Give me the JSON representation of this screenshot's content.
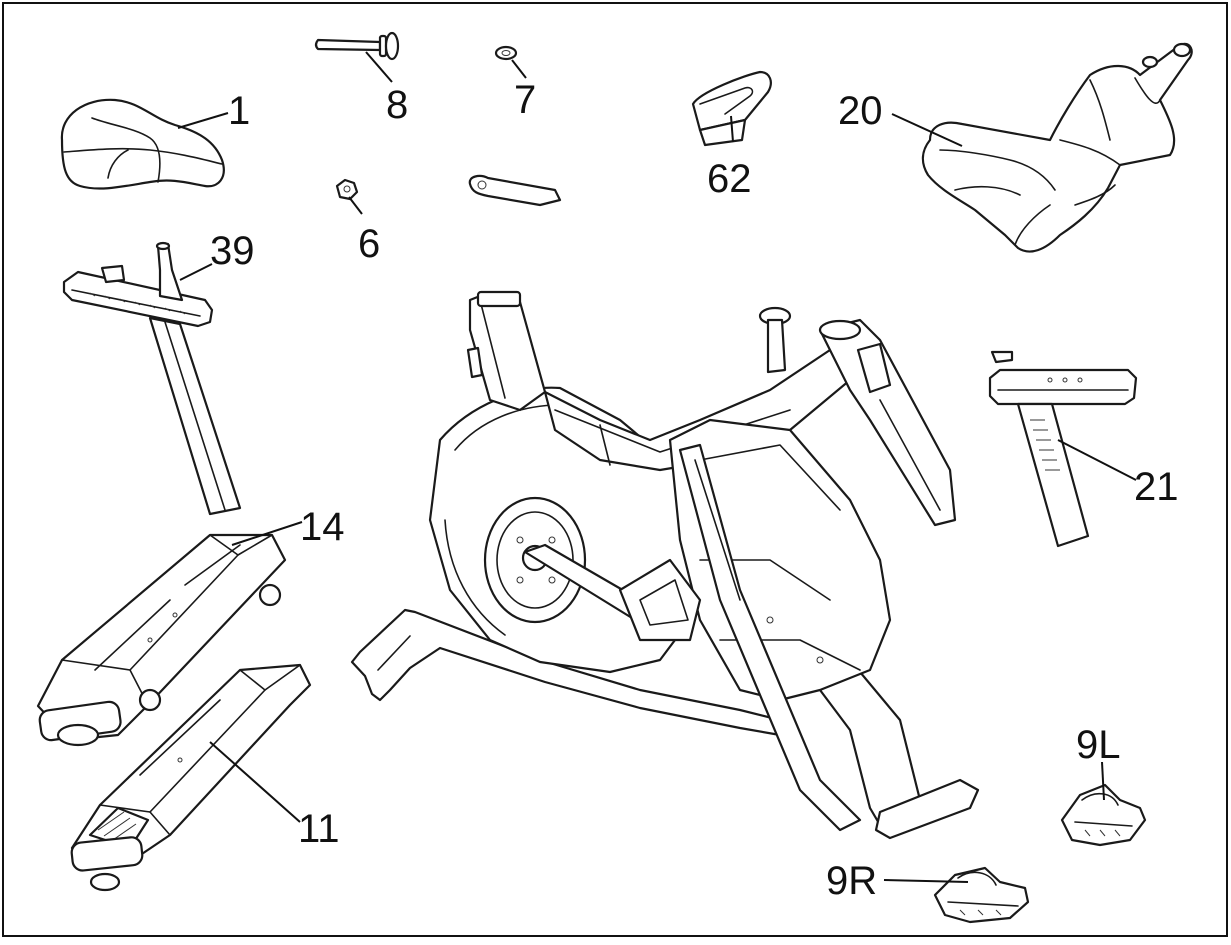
{
  "diagram": {
    "header_fragment": "",
    "labels": [
      {
        "id": "seat",
        "text": "1"
      },
      {
        "id": "bolt",
        "text": "8"
      },
      {
        "id": "washer",
        "text": "7"
      },
      {
        "id": "monitor",
        "text": "62"
      },
      {
        "id": "handlebar",
        "text": "20"
      },
      {
        "id": "nut",
        "text": "6"
      },
      {
        "id": "seat-post",
        "text": "39"
      },
      {
        "id": "handlebar-post",
        "text": "21"
      },
      {
        "id": "front-stabilizer",
        "text": "14"
      },
      {
        "id": "rear-stabilizer",
        "text": "11"
      },
      {
        "id": "left-pedal",
        "text": "9L"
      },
      {
        "id": "right-pedal",
        "text": "9R"
      }
    ]
  }
}
